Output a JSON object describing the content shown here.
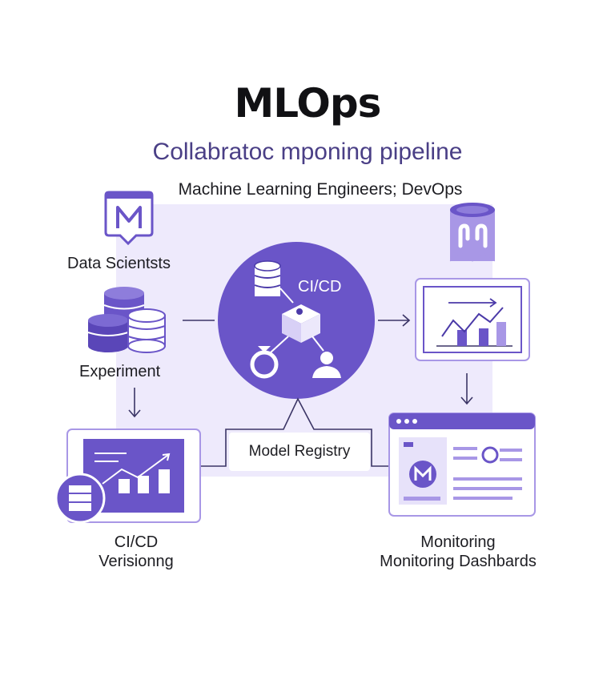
{
  "header": {
    "title": "MLOps",
    "subtitle": "Collabratoc mponing pipeline",
    "roles": "Machine Learning Engineers; DevOps"
  },
  "nodes": {
    "data_scientists": "Data Scientsts",
    "experiment": "Experiment",
    "hub": "CI/CD",
    "model_registry": "Model Registry",
    "versioning_line1": "CI/CD",
    "versioning_line2": "Verisionng",
    "monitoring_line1": "Monitoring",
    "monitoring_line2": "Monitoring Dashbards"
  },
  "icons": {
    "data_scientists": "m-chat-bubble-icon",
    "experiment": "database-stack-icon",
    "devops": "server-logo-icon",
    "hub_database": "database-icon",
    "hub_box": "package-box-icon",
    "hub_cycle": "cycle-icon",
    "hub_user": "user-icon",
    "versioning_chart": "trend-chart-icon",
    "versioning_badge": "database-badge-icon",
    "monitoring_chart": "bar-chart-icon",
    "monitoring_dashboard": "dashboard-window-icon"
  },
  "colors": {
    "primary": "#6a55c8",
    "primary_dark": "#4b3aa8",
    "light": "#eeeafc",
    "mid": "#b6a8ea"
  }
}
